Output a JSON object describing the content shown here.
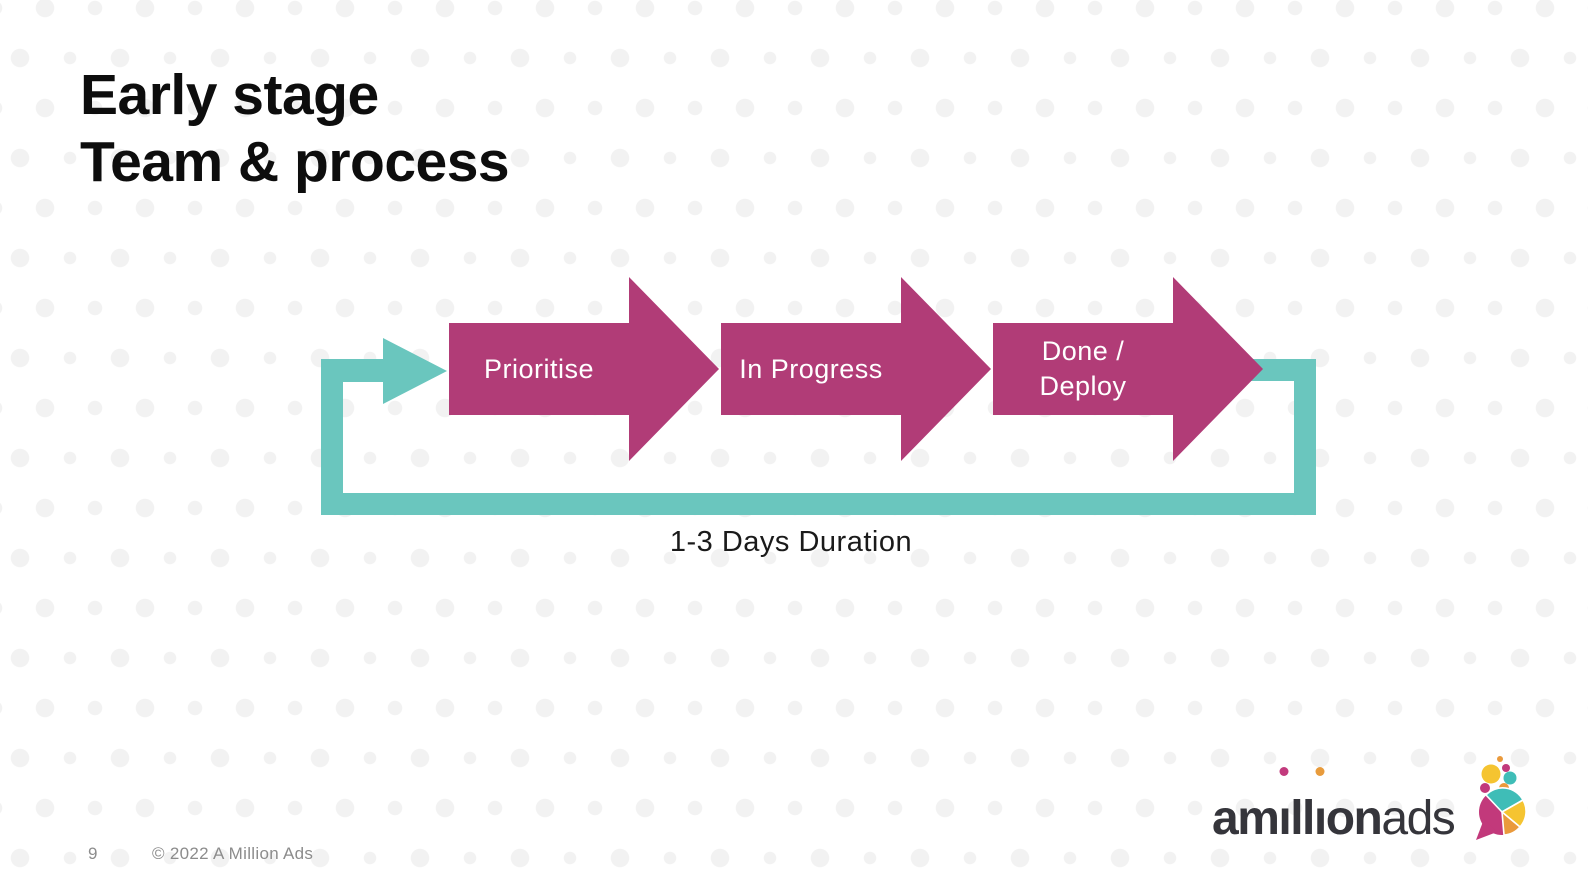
{
  "slide": {
    "title_line1": "Early stage",
    "title_line2": "Team & process",
    "page_number": "9",
    "copyright": "© 2022 A Million Ads"
  },
  "diagram": {
    "steps": [
      {
        "label": "Prioritise"
      },
      {
        "label": "In Progress"
      },
      {
        "label": "Done /\nDeploy"
      }
    ],
    "duration_label": "1-3 Days Duration",
    "colors": {
      "step_arrow": "#B13C77",
      "loop_arrow": "#6AC6BE"
    }
  },
  "logo": {
    "wordmark": {
      "part1": "am",
      "dotless_i1": "ı",
      "part2": "ll",
      "dotless_i2": "ı",
      "part3": "on",
      "part4": "ads"
    },
    "brand_colors": {
      "text": "#35353B",
      "i_dot_pink": "#C23A7D",
      "i_dot_orange": "#E89B3C",
      "icon_yellow": "#F5C431",
      "icon_teal": "#3FBDB7",
      "icon_orange": "#EA9A3C",
      "icon_magenta": "#C2397B"
    }
  },
  "background": {
    "dot_color": "#F2F2F2"
  }
}
